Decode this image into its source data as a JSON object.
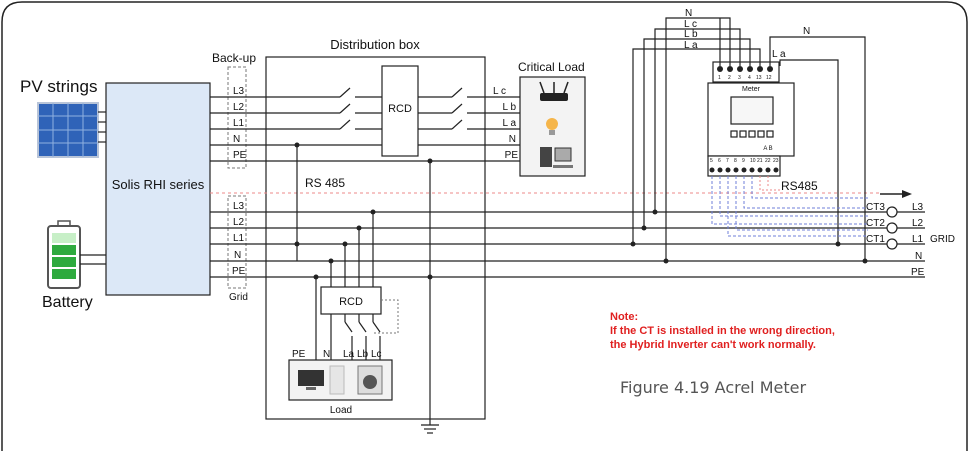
{
  "labels": {
    "pv_strings": "PV strings",
    "inverter": "Solis RHI series",
    "battery": "Battery",
    "backup": "Back-up",
    "grid_small": "Grid",
    "distribution_box": "Distribution box",
    "rcd": "RCD",
    "critical_load": "Critical Load",
    "rs485_left": "RS 485",
    "rs485_right": "RS485",
    "load": "Load",
    "grid": "GRID",
    "meter": "Meter",
    "meter_ab": "A  B"
  },
  "backup_terms": [
    "L3",
    "L2",
    "L1",
    "N",
    "PE"
  ],
  "grid_terms": [
    "L3",
    "L2",
    "L1",
    "N",
    "PE"
  ],
  "critical_terms": [
    "L c",
    "L b",
    "L a",
    "N",
    "PE"
  ],
  "meter_top_in": [
    "N",
    "L c",
    "L b",
    "L a"
  ],
  "meter_top_right": [
    "N",
    "L a"
  ],
  "meter_top_nums": [
    "1",
    "2",
    "3",
    "4",
    "13",
    "12"
  ],
  "meter_bottom_nums": [
    "5",
    "6",
    "7",
    "8",
    "9",
    "10",
    "21",
    "22",
    "23"
  ],
  "ct_labels": [
    "CT3",
    "CT2",
    "CT1"
  ],
  "grid_lines": [
    "L3",
    "L2",
    "L1",
    "N",
    "PE"
  ],
  "load_terms": [
    "PE",
    "N",
    "La",
    "Lb",
    "Lc"
  ],
  "note": {
    "title": "Note:",
    "line1": "If the CT is installed in the wrong direction,",
    "line2": "the Hybrid Inverter can't work normally."
  },
  "caption": "Figure 4.19 Acrel Meter"
}
